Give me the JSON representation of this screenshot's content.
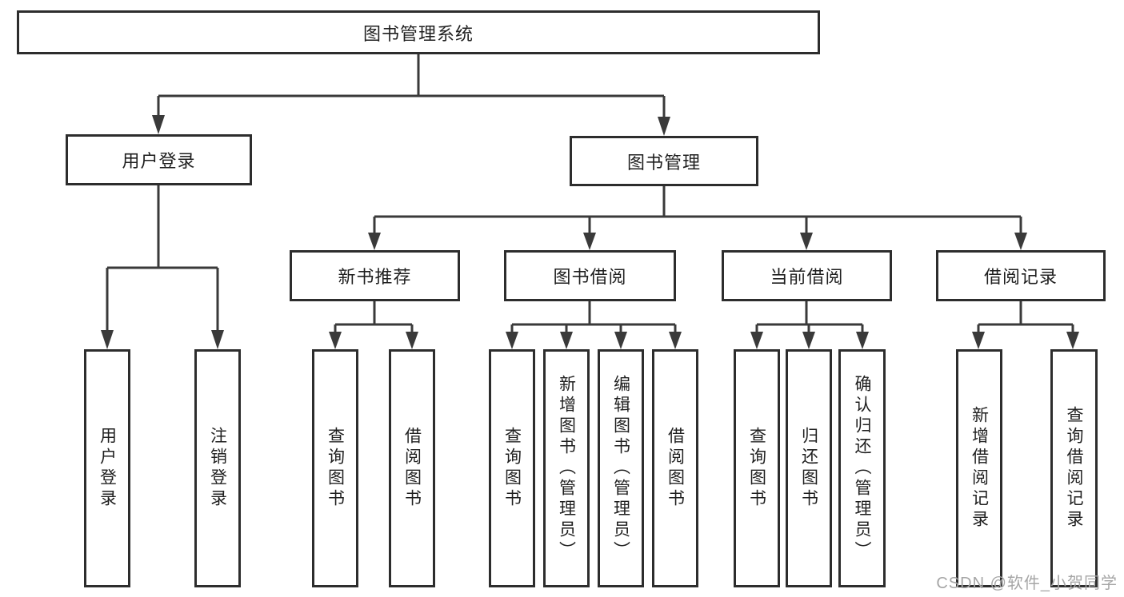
{
  "diagram": {
    "type": "hierarchy-tree",
    "colors": {
      "background": "#ffffff",
      "box_border": "#2d2d2d",
      "line": "#3a3a3a",
      "text": "#1f1f1f",
      "watermark": "#a6a6a6"
    }
  },
  "tree": {
    "root": {
      "label": "图书管理系统",
      "children": [
        {
          "label": "用户登录",
          "children": [
            {
              "label": "用户登录"
            },
            {
              "label": "注销登录"
            }
          ]
        },
        {
          "label": "图书管理",
          "children": [
            {
              "label": "新书推荐",
              "children": [
                {
                  "label": "查询图书"
                },
                {
                  "label": "借阅图书"
                }
              ]
            },
            {
              "label": "图书借阅",
              "children": [
                {
                  "label": "查询图书"
                },
                {
                  "label": "新增图书（管理员）"
                },
                {
                  "label": "编辑图书（管理员）"
                },
                {
                  "label": "借阅图书"
                }
              ]
            },
            {
              "label": "当前借阅",
              "children": [
                {
                  "label": "查询图书"
                },
                {
                  "label": "归还图书"
                },
                {
                  "label": "确认归还（管理员）"
                }
              ]
            },
            {
              "label": "借阅记录",
              "children": [
                {
                  "label": "新增借阅记录"
                },
                {
                  "label": "查询借阅记录"
                }
              ]
            }
          ]
        }
      ]
    }
  },
  "watermark": {
    "text": "CSDN @软件_小贺同学"
  }
}
